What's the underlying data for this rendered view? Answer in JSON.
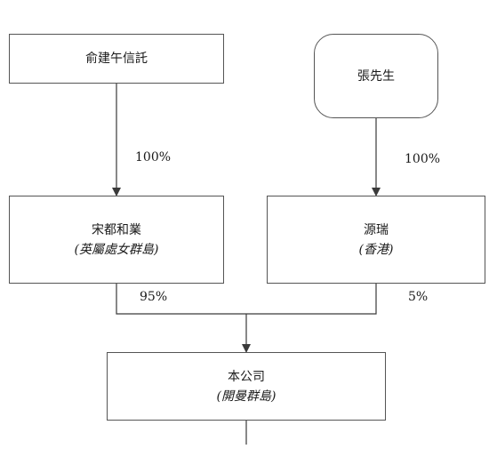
{
  "nodes": {
    "yu_trust": {
      "name": "俞建午信託"
    },
    "mr_zhang": {
      "name": "張先生"
    },
    "songdu_heye": {
      "name": "宋都和業",
      "jurisdiction": "(英屬處女群島)"
    },
    "yuanrui": {
      "name": "源瑞",
      "jurisdiction": "(香港)"
    },
    "company": {
      "name": "本公司",
      "jurisdiction": "(開曼群島)"
    }
  },
  "edges": {
    "trust_to_songdu": "100%",
    "zhang_to_yuanrui": "100%",
    "songdu_to_company": "95%",
    "yuanrui_to_company": "5%"
  },
  "colors": {
    "line": "#3a3a3a",
    "border": "#555555"
  }
}
